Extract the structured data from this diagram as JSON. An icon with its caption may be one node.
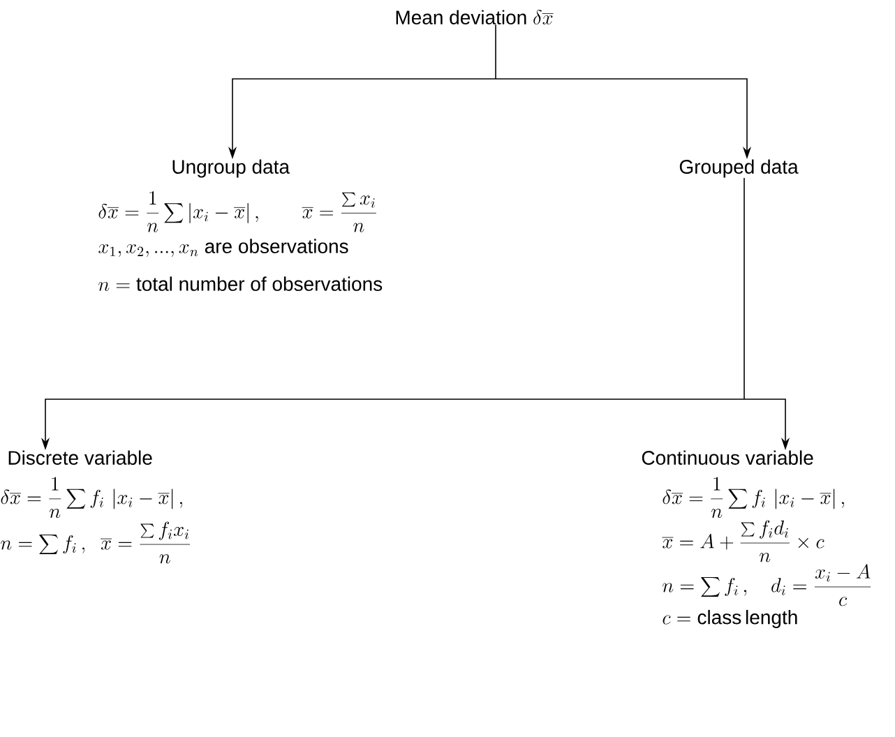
{
  "diagram": {
    "nodes": [
      {
        "text": [
          "Mean deviation",
          "\\delta\\overline{x}"
        ]
      },
      {
        "text": [
          "Ungroup data",
          "\\delta\\overline{x}=\\frac{1}{n}\\sum\\left|x_i-\\overline{x}\\right|,\\qquad \\overline{x}=\\frac{\\sum x_i}{n}",
          "x_1,x_2,...,x_n",
          "are observations",
          "n=",
          "total number of observations"
        ]
      },
      {
        "text": [
          "Grouped data"
        ]
      },
      {
        "text": [
          "Discrete variable",
          "\\delta\\overline{x}=\\frac{1}{n}\\sum f_i\\,\\left|x_i-\\overline{x}\\right|,",
          "n=\\sum f_i\\,,\\;\\;\\overline{x}=\\frac{\\sum f_ix_i}{n}"
        ]
      },
      {
        "text": [
          "Continuous variable",
          "\\delta\\overline{x}=\\frac{1}{n}\\sum f_i\\,\\left|x_i-\\overline{x}\\right|,",
          "\\overline{x}=A+\\frac{\\sum f_id_i}{n}\\times c",
          "n=\\sum f_i\\,,\\quad d_i=\\frac{x_i-A}{c}",
          "c=\\mathrm{class\\,length}"
        ]
      }
    ],
    "edges": [
      {
        "from": 0,
        "to": 1,
        "arrow": "to"
      },
      {
        "from": 0,
        "to": 2,
        "arrow": "to"
      },
      {
        "from": 2,
        "to": 3,
        "arrow": "to"
      },
      {
        "from": 2,
        "to": 4,
        "arrow": "to"
      }
    ]
  }
}
